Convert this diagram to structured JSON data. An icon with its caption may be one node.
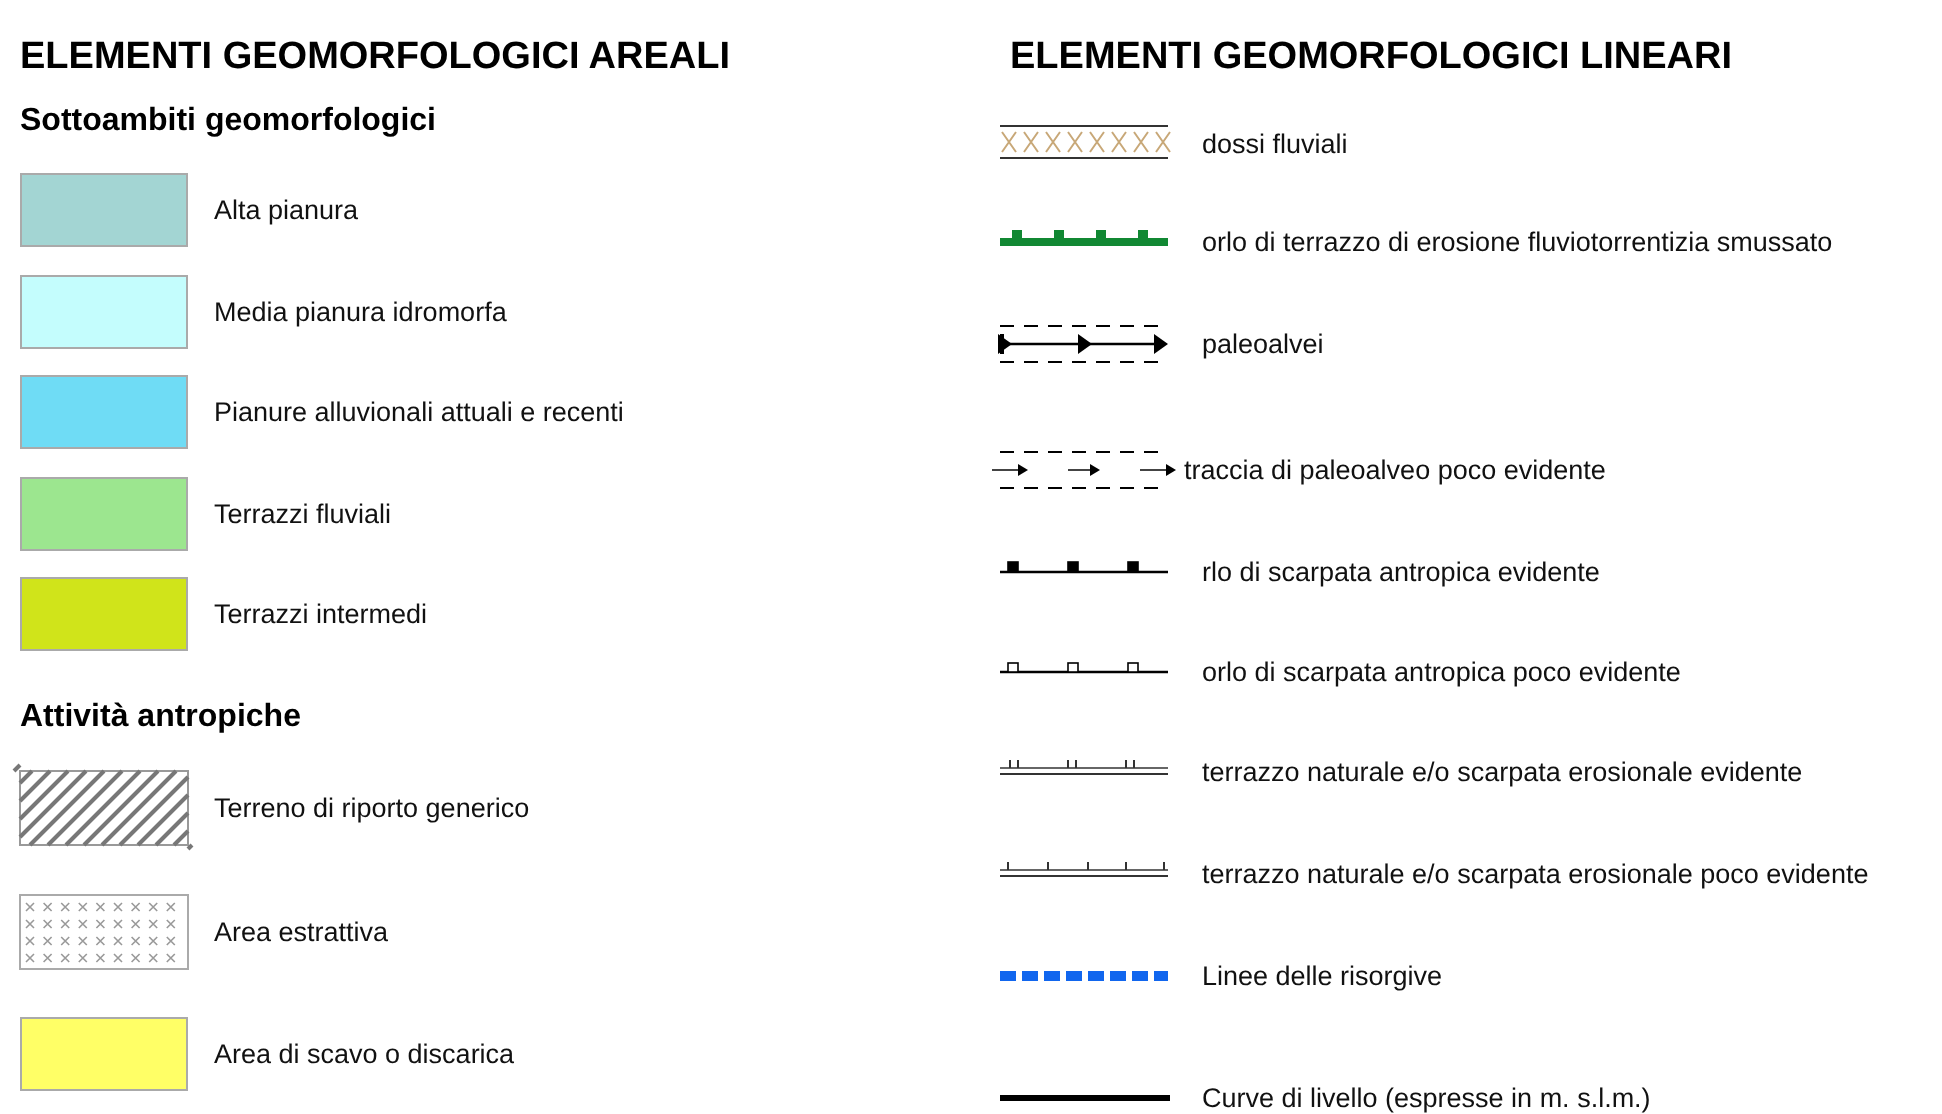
{
  "diagram": {
    "labels": [
      "ELEMENTI GEOMORFOLOGICI AREALI",
      "Sottoambiti geomorfologici",
      "Attività antropiche",
      "ELEMENTI GEOMORFOLOGICI LINEARI"
    ],
    "legend": [
      {
        "text": "Alta pianura",
        "color": "#a3d5d3"
      },
      {
        "text": "Media pianura idromorfa",
        "color": "#c4fdfd"
      },
      {
        "text": "Pianure alluvionali attuali e recenti",
        "color": "#6fdcf5"
      },
      {
        "text": "Terrazzi fluviali",
        "color": "#9ce68f"
      },
      {
        "text": "Terrazzi intermedi",
        "color": "#d0e41a"
      },
      {
        "text": "Terreno di riporto generico"
      },
      {
        "text": "Area estrattiva"
      },
      {
        "text": "Area di scavo o discarica",
        "color": "#ffff66"
      },
      {
        "text": "dossi fluviali"
      },
      {
        "text": "orlo di terrazzo di erosione fluviotorrentizia smussato"
      },
      {
        "text": "paleoalvei"
      },
      {
        "text": "traccia di paleoalveo poco evidente"
      },
      {
        "text": "rlo di scarpata antropica evidente"
      },
      {
        "text": "orlo di scarpata antropica poco evidente"
      },
      {
        "text": "terrazzo naturale e/o scarpata erosionale evidente"
      },
      {
        "text": "terrazzo naturale e/o scarpata erosionale poco evidente"
      },
      {
        "text": "Linee delle risorgive"
      },
      {
        "text": "Curve di livello (espresse in m. s.l.m.)"
      }
    ]
  }
}
